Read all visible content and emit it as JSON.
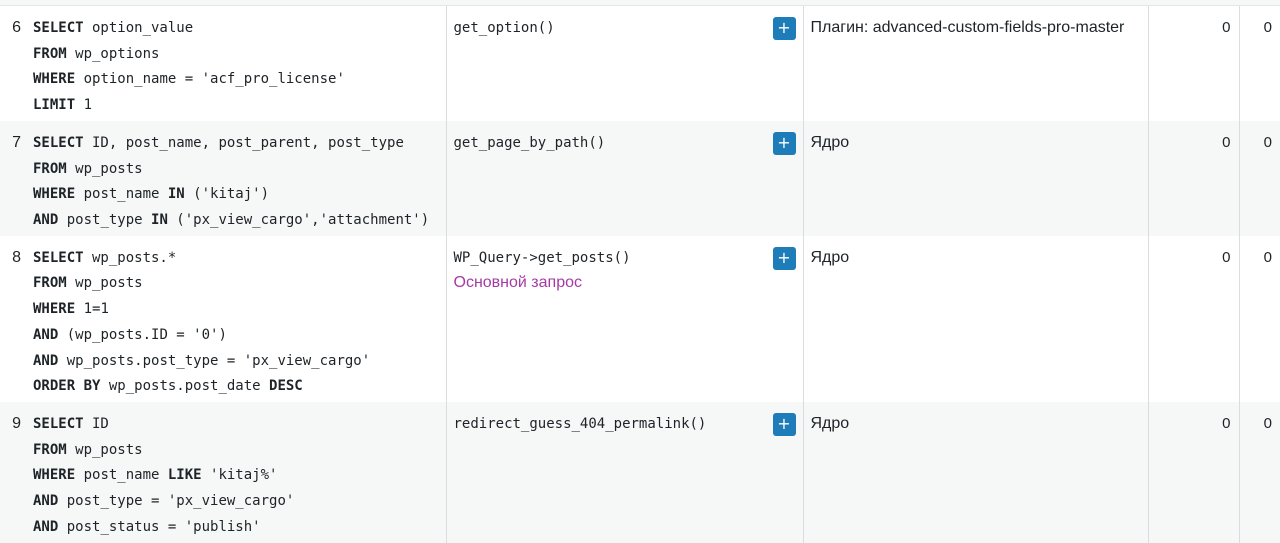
{
  "rows": [
    {
      "num": "6",
      "sql": [
        [
          {
            "t": "SELECT",
            "k": 1
          },
          {
            "t": " option_value"
          }
        ],
        [
          {
            "t": "FROM",
            "k": 1
          },
          {
            "t": " wp_options"
          }
        ],
        [
          {
            "t": "WHERE",
            "k": 1
          },
          {
            "t": " option_name = 'acf_pro_license'"
          }
        ],
        [
          {
            "t": "LIMIT",
            "k": 1
          },
          {
            "t": " 1"
          }
        ]
      ],
      "caller": "get_option()",
      "caller_sub": "",
      "expand_label": "+",
      "component": "Плагин: advanced-custom-fields-pro-master",
      "n1": "0",
      "n2": "0"
    },
    {
      "num": "7",
      "sql": [
        [
          {
            "t": "SELECT",
            "k": 1
          },
          {
            "t": " ID, post_name, post_parent, post_type"
          }
        ],
        [
          {
            "t": "FROM",
            "k": 1
          },
          {
            "t": " wp_posts"
          }
        ],
        [
          {
            "t": "WHERE",
            "k": 1
          },
          {
            "t": " post_name "
          },
          {
            "t": "IN",
            "k": 1
          },
          {
            "t": " ('kitaj')"
          }
        ],
        [
          {
            "t": "AND",
            "k": 1
          },
          {
            "t": " post_type "
          },
          {
            "t": "IN",
            "k": 1
          },
          {
            "t": " ('px_view_cargo','attachment')"
          }
        ]
      ],
      "caller": "get_page_by_path()",
      "caller_sub": "",
      "expand_label": "+",
      "component": "Ядро",
      "n1": "0",
      "n2": "0"
    },
    {
      "num": "8",
      "sql": [
        [
          {
            "t": "SELECT",
            "k": 1
          },
          {
            "t": " wp_posts.*"
          }
        ],
        [
          {
            "t": "FROM",
            "k": 1
          },
          {
            "t": " wp_posts"
          }
        ],
        [
          {
            "t": "WHERE",
            "k": 1
          },
          {
            "t": " 1=1"
          }
        ],
        [
          {
            "t": "AND",
            "k": 1
          },
          {
            "t": " (wp_posts.ID = '0')"
          }
        ],
        [
          {
            "t": "AND",
            "k": 1
          },
          {
            "t": " wp_posts.post_type = 'px_view_cargo'"
          }
        ],
        [
          {
            "t": "ORDER BY",
            "k": 1
          },
          {
            "t": " wp_posts.post_date "
          },
          {
            "t": "DESC",
            "k": 1
          }
        ]
      ],
      "caller": "WP_Query->get_posts()",
      "caller_sub": "Основной запрос",
      "expand_label": "+",
      "component": "Ядро",
      "n1": "0",
      "n2": "0"
    },
    {
      "num": "9",
      "sql": [
        [
          {
            "t": "SELECT",
            "k": 1
          },
          {
            "t": " ID"
          }
        ],
        [
          {
            "t": "FROM",
            "k": 1
          },
          {
            "t": " wp_posts"
          }
        ],
        [
          {
            "t": "WHERE",
            "k": 1
          },
          {
            "t": " post_name "
          },
          {
            "t": "LIKE",
            "k": 1
          },
          {
            "t": " 'kitaj%'"
          }
        ],
        [
          {
            "t": "AND",
            "k": 1
          },
          {
            "t": " post_type = 'px_view_cargo'"
          }
        ],
        [
          {
            "t": "AND",
            "k": 1
          },
          {
            "t": " post_status = 'publish'"
          }
        ]
      ],
      "caller": "redirect_guess_404_permalink()",
      "caller_sub": "",
      "expand_label": "+",
      "component": "Ядро",
      "n1": "0",
      "n2": "0"
    }
  ]
}
